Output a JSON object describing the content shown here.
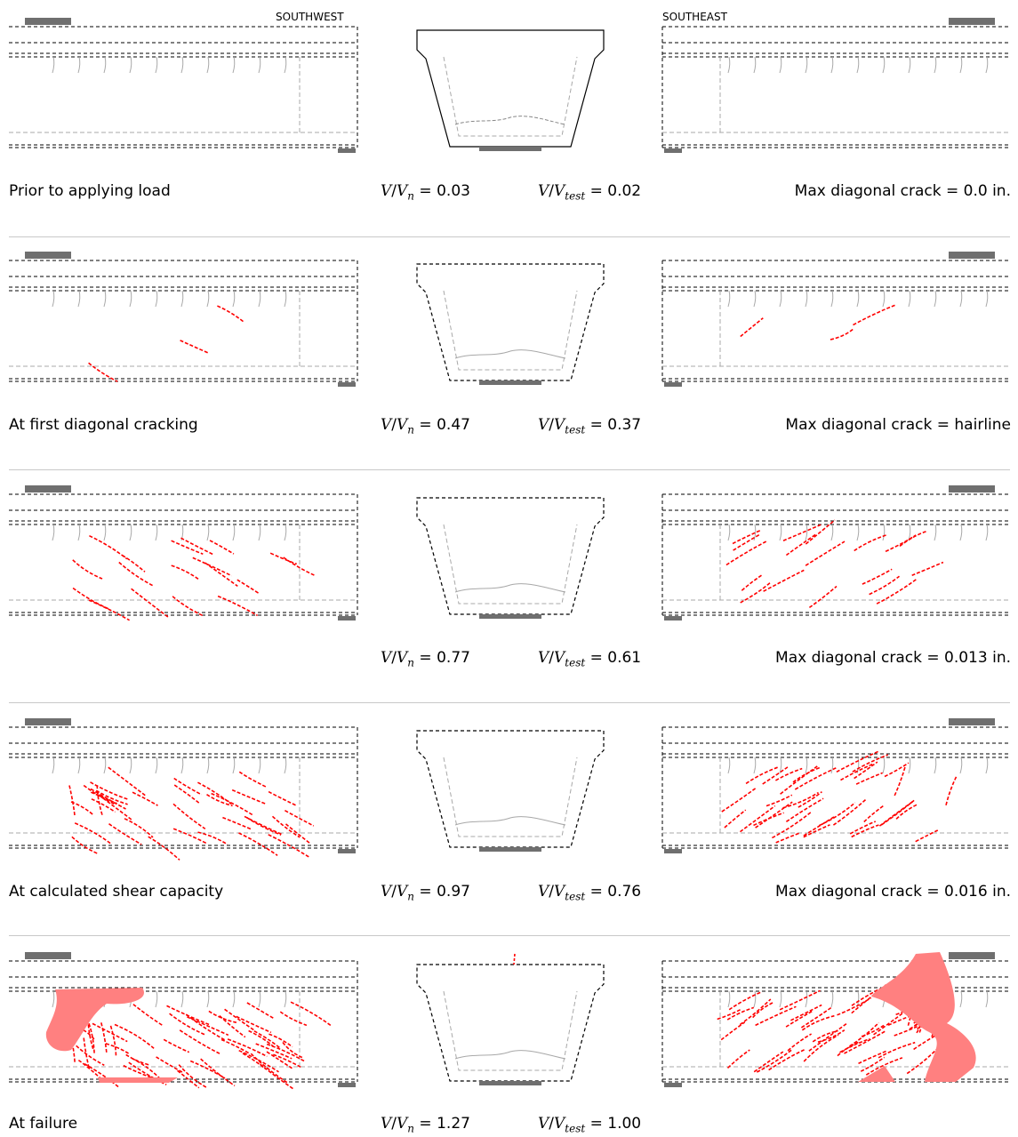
{
  "labels": {
    "southwest": "SOUTHWEST",
    "southeast": "SOUTHEAST"
  },
  "ratio_symbols": {
    "vn": "V",
    "vn_sub": "n",
    "vtest": "V",
    "vtest_sub": "test"
  },
  "stages": [
    {
      "caption": "Prior to applying load",
      "vn": "0.03",
      "vtest": "0.02",
      "max_crack": "Max diagonal crack = 0.0 in.",
      "crack_level": 0,
      "shaded_damage": false
    },
    {
      "caption": "At first diagonal cracking",
      "vn": "0.47",
      "vtest": "0.37",
      "max_crack": "Max diagonal crack = hairline",
      "crack_level": 1,
      "shaded_damage": false
    },
    {
      "caption": "",
      "vn": "0.77",
      "vtest": "0.61",
      "max_crack": "Max diagonal crack = 0.013 in.",
      "crack_level": 2,
      "shaded_damage": false
    },
    {
      "caption": "At calculated shear capacity",
      "vn": "0.97",
      "vtest": "0.76",
      "max_crack": "Max diagonal crack = 0.016 in.",
      "crack_level": 3,
      "shaded_damage": false
    },
    {
      "caption": "At failure",
      "vn": "1.27",
      "vtest": "1.00",
      "max_crack": "",
      "crack_level": 4,
      "shaded_damage": true
    }
  ],
  "colors": {
    "crack_new": "#ff0000",
    "crack_old": "#a8a8a8",
    "damage": "#ff8080",
    "bearing": "#6f6f6f",
    "outline": "#000000"
  }
}
